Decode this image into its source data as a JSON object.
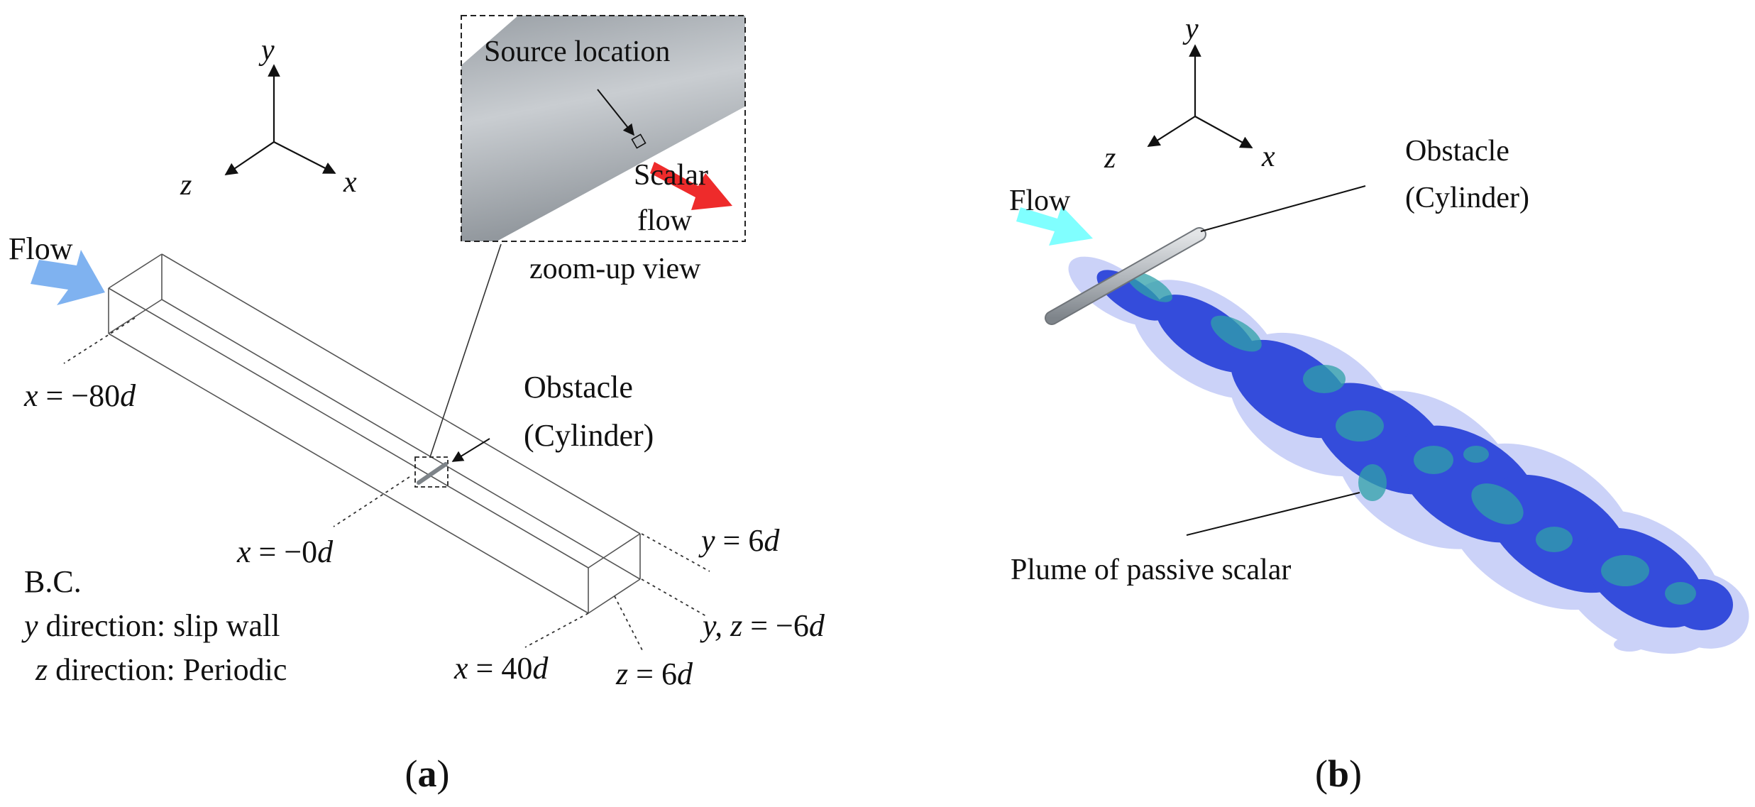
{
  "panel_a": {
    "axes": {
      "y": "y",
      "z": "z",
      "x": "x"
    },
    "flow_label": "Flow",
    "x_start_var": "x",
    "x_start_val": " = −80",
    "x_start_unit": "d",
    "x_mid_var": "x",
    "x_mid_val": " = −0",
    "x_mid_unit": "d",
    "x_end_var": "x",
    "x_end_val": " = 40",
    "x_end_unit": "d",
    "y_top_var": "y",
    "y_top_val": " = 6",
    "y_top_unit": "d",
    "yz_var": "y, z",
    "yz_val": " = −6",
    "yz_unit": "d",
    "z_var": "z",
    "z_val": " = 6",
    "z_unit": "d",
    "obstacle_line1": "Obstacle",
    "obstacle_line2": "(Cylinder)",
    "zoom": {
      "source_label": "Source location",
      "scalar_line1": "Scalar",
      "scalar_line2": "flow",
      "caption": "zoom-up view"
    },
    "bc": {
      "title": "B.C.",
      "y_var": "y",
      "y_rest": " direction: slip wall",
      "z_var": "z",
      "z_rest": " direction: Periodic"
    },
    "caption_open": "(",
    "caption_letter": "a",
    "caption_close": ")"
  },
  "panel_b": {
    "axes": {
      "y": "y",
      "z": "z",
      "x": "x"
    },
    "flow_label": "Flow",
    "obstacle_line1": "Obstacle",
    "obstacle_line2": "(Cylinder)",
    "plume_label": "Plume of passive scalar",
    "caption_open": "(",
    "caption_letter": "b",
    "caption_close": ")"
  },
  "colors": {
    "flow_arrow_a": "#7fb2f0",
    "flow_arrow_b": "#80ffff",
    "scalar_arrow": "#ee2b2b",
    "plume_dark": "#1f3ad6",
    "plume_teal": "#2fa0a8",
    "plume_light": "#8e9cf0",
    "cylinder": "#a9aeb3"
  }
}
